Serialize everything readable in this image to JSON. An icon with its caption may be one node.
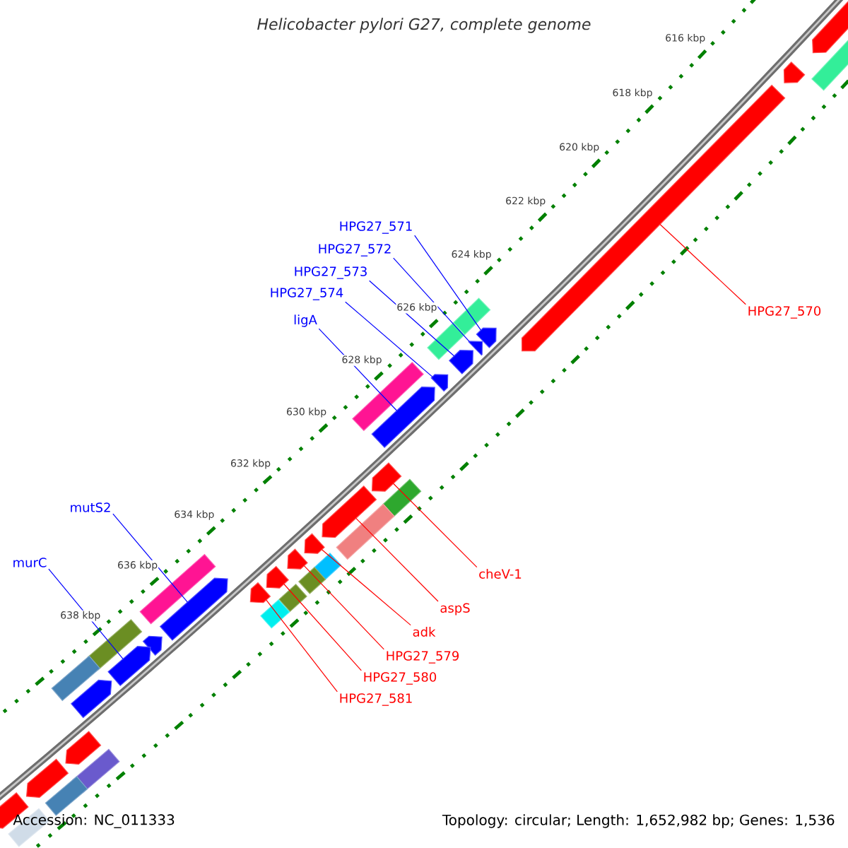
{
  "diagram": {
    "title": "Helicobacter pylori G27, complete genome",
    "nodes": [
      {
        "text": [
          "HPG27_571"
        ]
      },
      {
        "text": [
          "HPG27_572"
        ]
      },
      {
        "text": [
          "HPG27_573"
        ]
      },
      {
        "text": [
          "HPG27_574"
        ]
      },
      {
        "text": [
          "ligA"
        ]
      },
      {
        "text": [
          "HPG27_570"
        ]
      },
      {
        "text": [
          "mutS2"
        ]
      },
      {
        "text": [
          "murC"
        ]
      },
      {
        "text": [
          "cheV-1"
        ]
      },
      {
        "text": [
          "aspS"
        ]
      },
      {
        "text": [
          "adk"
        ]
      },
      {
        "text": [
          "HPG27_579"
        ]
      },
      {
        "text": [
          "HPG27_580"
        ]
      },
      {
        "text": [
          "HPG27_581"
        ]
      },
      {
        "text": [],
        "shape": "arrow"
      },
      {
        "text": [],
        "shape": "arrow"
      },
      {
        "text": [],
        "shape": "arrow"
      },
      {
        "text": [],
        "shape": "arrow"
      },
      {
        "text": [],
        "shape": "arrow"
      },
      {
        "text": [],
        "shape": "arrow"
      },
      {
        "text": [],
        "shape": "arrow"
      },
      {
        "text": [],
        "shape": "arrow"
      },
      {
        "text": [],
        "shape": "arrow"
      },
      {
        "text": [],
        "shape": "bar"
      },
      {
        "text": [],
        "shape": "bar"
      },
      {
        "text": [],
        "shape": "bar"
      },
      {
        "text": [],
        "shape": "bar"
      },
      {
        "text": [],
        "shape": "bar"
      },
      {
        "text": [],
        "shape": "bar"
      },
      {
        "text": [],
        "shape": "arrow"
      },
      {
        "text": [],
        "shape": "arrow"
      },
      {
        "text": [],
        "shape": "arrow"
      },
      {
        "text": [],
        "shape": "arrow"
      },
      {
        "text": [],
        "shape": "arrow"
      },
      {
        "text": [],
        "shape": "arrow"
      },
      {
        "text": [],
        "shape": "arrow"
      },
      {
        "text": [],
        "shape": "arrow"
      },
      {
        "text": [],
        "shape": "arrow"
      },
      {
        "text": [],
        "shape": "arrow"
      },
      {
        "text": [],
        "shape": "arrow"
      },
      {
        "text": [],
        "shape": "arrow"
      },
      {
        "text": [],
        "shape": "bar"
      },
      {
        "text": [],
        "shape": "bar"
      },
      {
        "text": [],
        "shape": "bar"
      },
      {
        "text": [],
        "shape": "bar"
      },
      {
        "text": [],
        "shape": "bar"
      },
      {
        "text": [],
        "shape": "bar"
      },
      {
        "text": [],
        "shape": "bar"
      },
      {
        "text": [],
        "shape": "bar"
      },
      {
        "text": [],
        "shape": "bar"
      },
      {
        "text": [],
        "shape": "bar"
      }
    ],
    "edges": [
      {
        "from": 0,
        "to": 14,
        "arrow": "none"
      },
      {
        "from": 1,
        "to": 15,
        "arrow": "none"
      },
      {
        "from": 2,
        "to": 16,
        "arrow": "none"
      },
      {
        "from": 3,
        "to": 17,
        "arrow": "none"
      },
      {
        "from": 4,
        "to": 18,
        "arrow": "none"
      },
      {
        "from": 5,
        "to": 29,
        "arrow": "none",
        "color": "#ff0000"
      },
      {
        "from": 6,
        "to": 19,
        "arrow": "none"
      },
      {
        "from": 7,
        "to": 21,
        "arrow": "none"
      },
      {
        "from": 8,
        "to": 30,
        "arrow": "none",
        "color": "#ff0000"
      },
      {
        "from": 9,
        "to": 31,
        "arrow": "none",
        "color": "#ff0000"
      },
      {
        "from": 10,
        "to": 32,
        "arrow": "none",
        "color": "#ff0000"
      },
      {
        "from": 11,
        "to": 33,
        "arrow": "none",
        "color": "#ff0000"
      },
      {
        "from": 12,
        "to": 34,
        "arrow": "none",
        "color": "#ff0000"
      },
      {
        "from": 13,
        "to": 35,
        "arrow": "none",
        "color": "#ff0000"
      }
    ],
    "labels": [
      "616 kbp",
      "618 kbp",
      "620 kbp",
      "622 kbp",
      "624 kbp",
      "626 kbp",
      "628 kbp",
      "630 kbp",
      "632 kbp",
      "634 kbp",
      "636 kbp",
      "638 kbp",
      "Accession: NC_011333",
      "Topology: circular; Length: 1,652,982 bp; Genes: 1,536"
    ]
  }
}
